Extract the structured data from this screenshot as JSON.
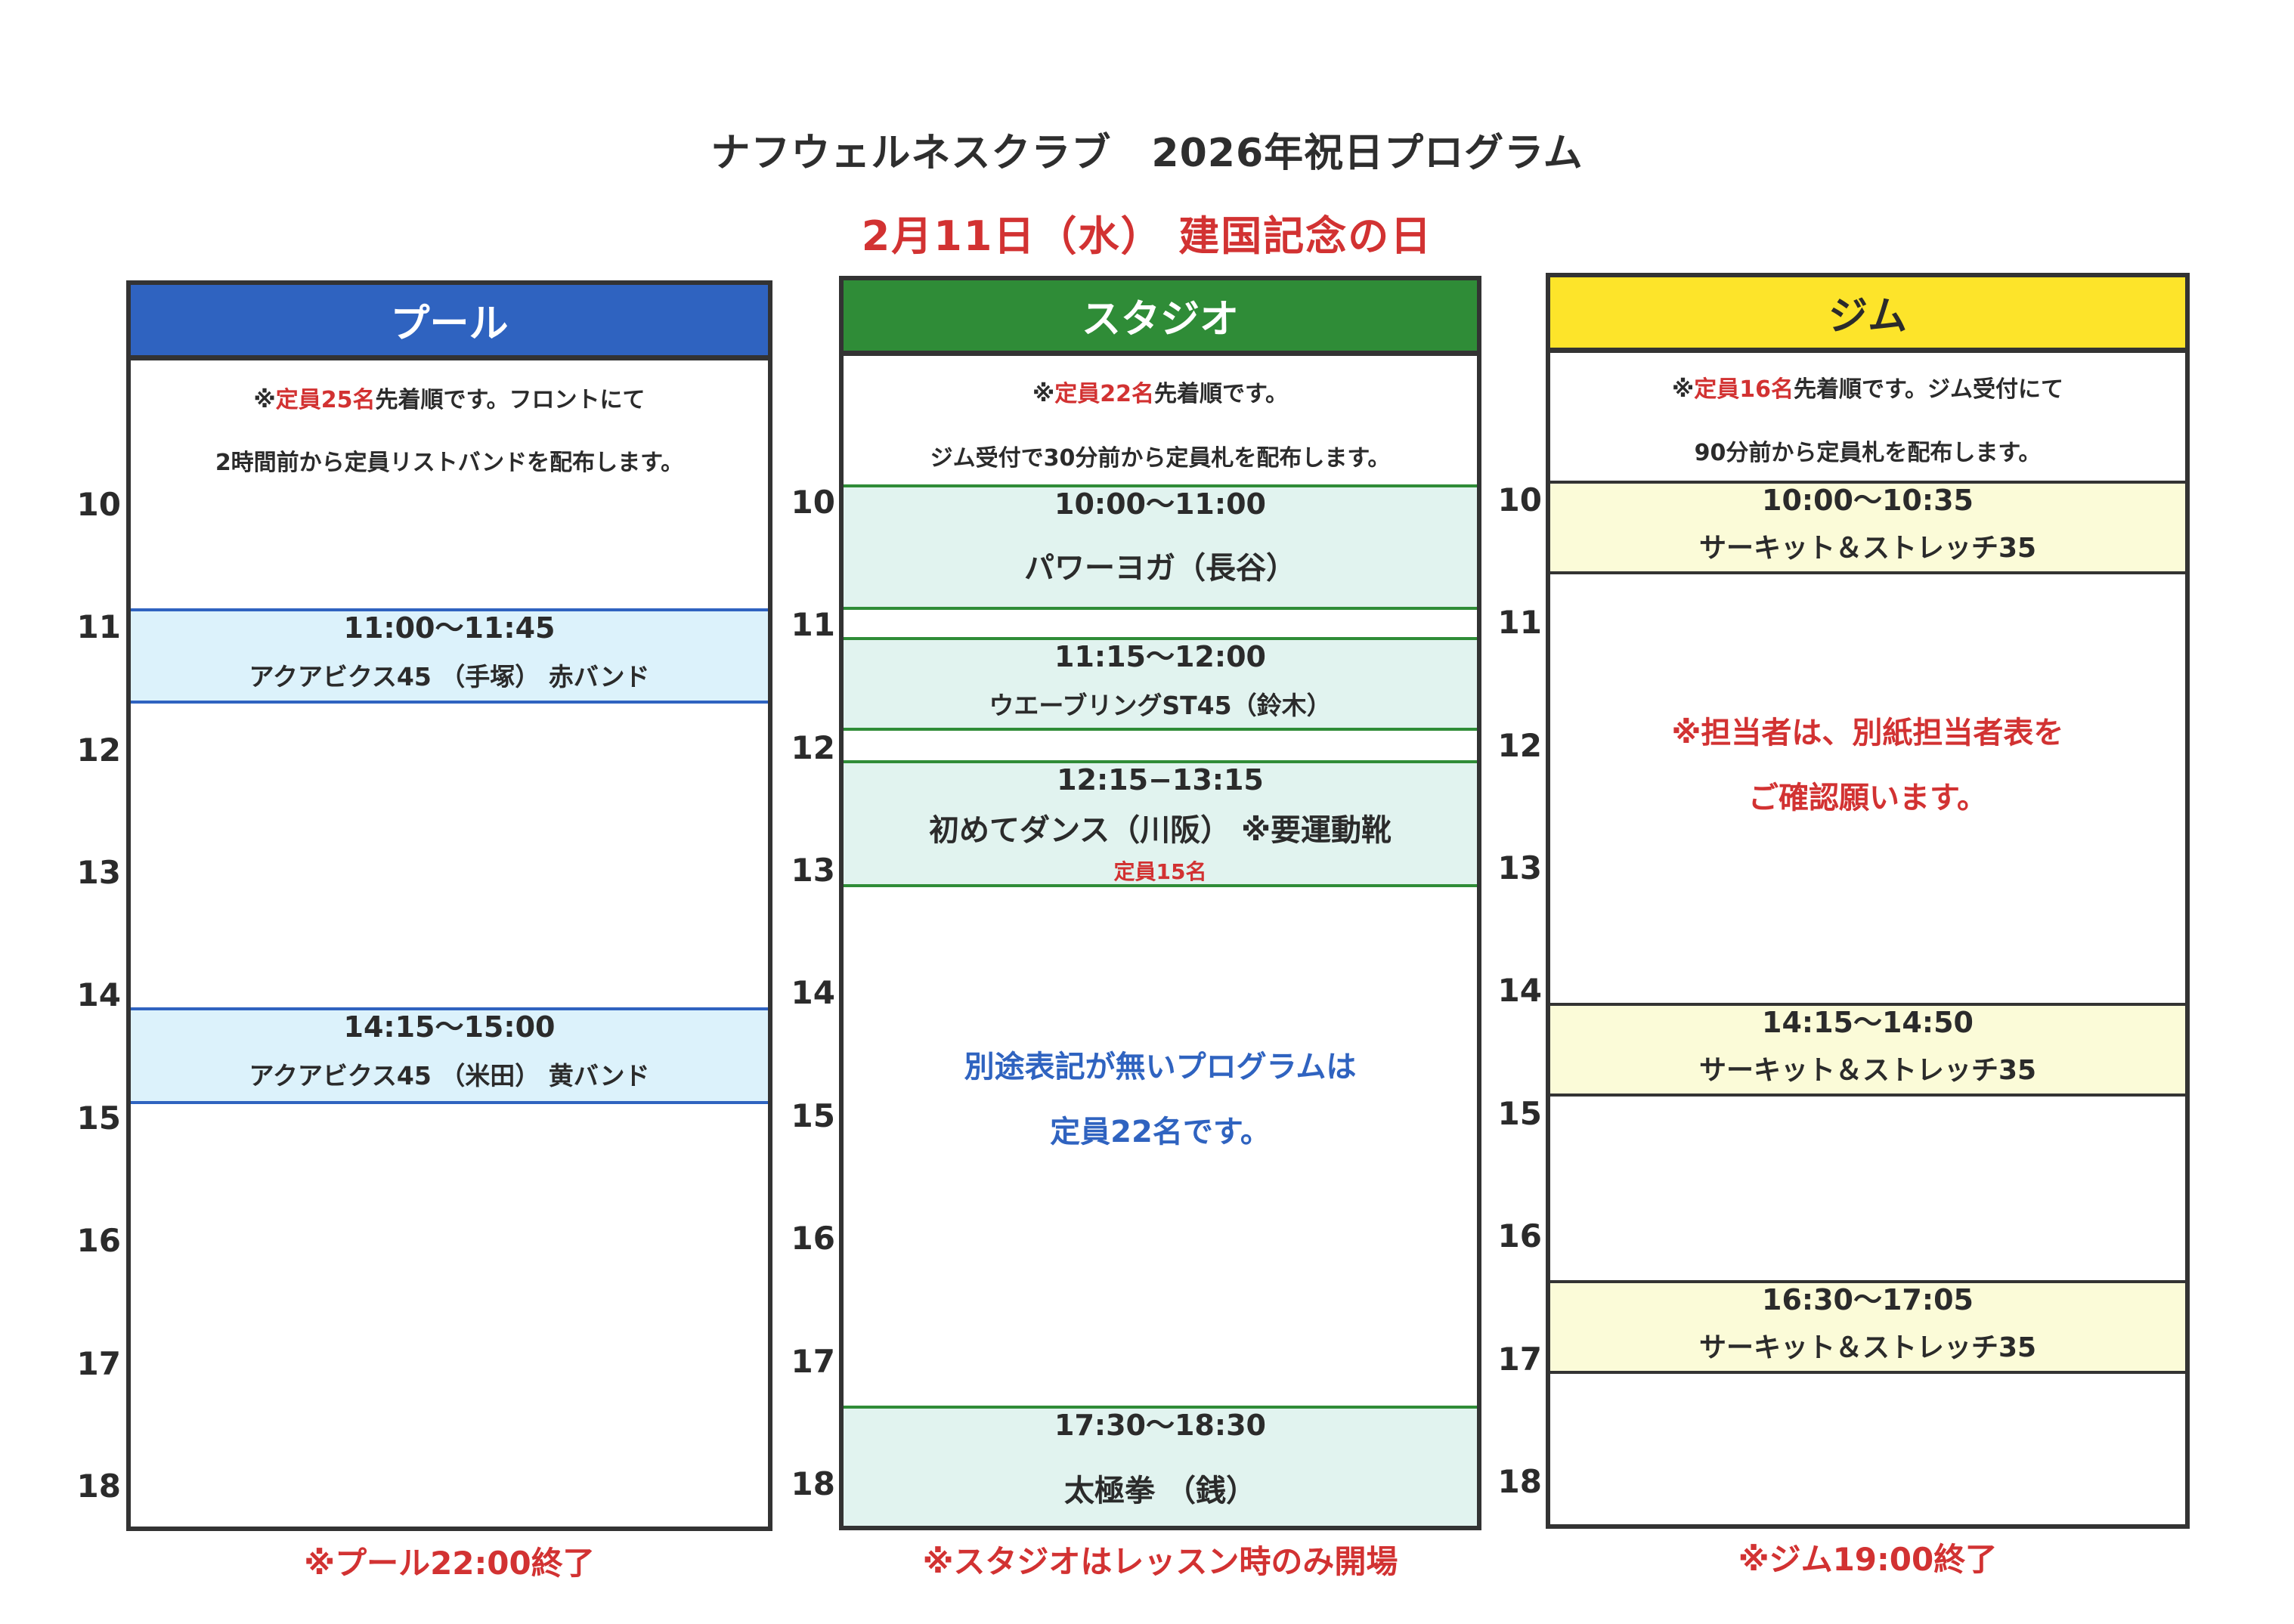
{
  "title": "ナフウェルネスクラブ　2026年祝日プログラム",
  "subtitle": "2月11日（水） 建国記念の日",
  "hours": [
    "10",
    "11",
    "12",
    "13",
    "14",
    "15",
    "16",
    "17",
    "18"
  ],
  "colors": {
    "pool_header": "#2f63c0",
    "studio_header": "#2f8c37",
    "gym_header": "#fde42a",
    "accent_red": "#d23232",
    "note_blue": "#2f63c0"
  },
  "pool": {
    "header": "プール",
    "note_line1_prefix": "※",
    "note_line1_red": "定員25名",
    "note_line1_suffix": "先着順です。フロントにて",
    "note_line2": "2時間前から定員リストバンドを配布します。",
    "events": [
      {
        "time": "11:00～11:45",
        "name": "アクアビクス45 （手塚） 赤バンド"
      },
      {
        "time": "14:15～15:00",
        "name": "アクアビクス45 （米田） 黄バンド"
      }
    ],
    "footer": "※プール22:00終了"
  },
  "studio": {
    "header": "スタジオ",
    "note_line1_prefix": "※",
    "note_line1_red": "定員22名",
    "note_line1_suffix": "先着順です。",
    "note_line2": "ジム受付で30分前から定員札を配布します。",
    "events": [
      {
        "time": "10:00～11:00",
        "name": "パワーヨガ（長谷）"
      },
      {
        "time": "11:15～12:00",
        "name": "ウエーブリングST45（鈴木）"
      },
      {
        "time": "12:15−13:15",
        "name": "初めてダンス（川阪） ※要運動靴",
        "capacity": "定員15名"
      },
      {
        "time": "17:30～18:30",
        "name": "太極拳 （銭）"
      }
    ],
    "info_line1": "別途表記が無いプログラムは",
    "info_line2": "定員22名です。",
    "footer": "※スタジオはレッスン時のみ開場"
  },
  "gym": {
    "header": "ジム",
    "note_line1_prefix": "※",
    "note_line1_red": "定員16名",
    "note_line1_suffix": "先着順です。ジム受付にて",
    "note_line2": "90分前から定員札を配布します。",
    "events": [
      {
        "time": "10:00～10:35",
        "name": "サーキット＆ストレッチ35"
      },
      {
        "time": "14:15～14:50",
        "name": "サーキット＆ストレッチ35"
      },
      {
        "time": "16:30～17:05",
        "name": "サーキット＆ストレッチ35"
      }
    ],
    "info_line1": "※担当者は、別紙担当者表を",
    "info_line2": "ご確認願います。",
    "footer": "※ジム19:00終了"
  }
}
